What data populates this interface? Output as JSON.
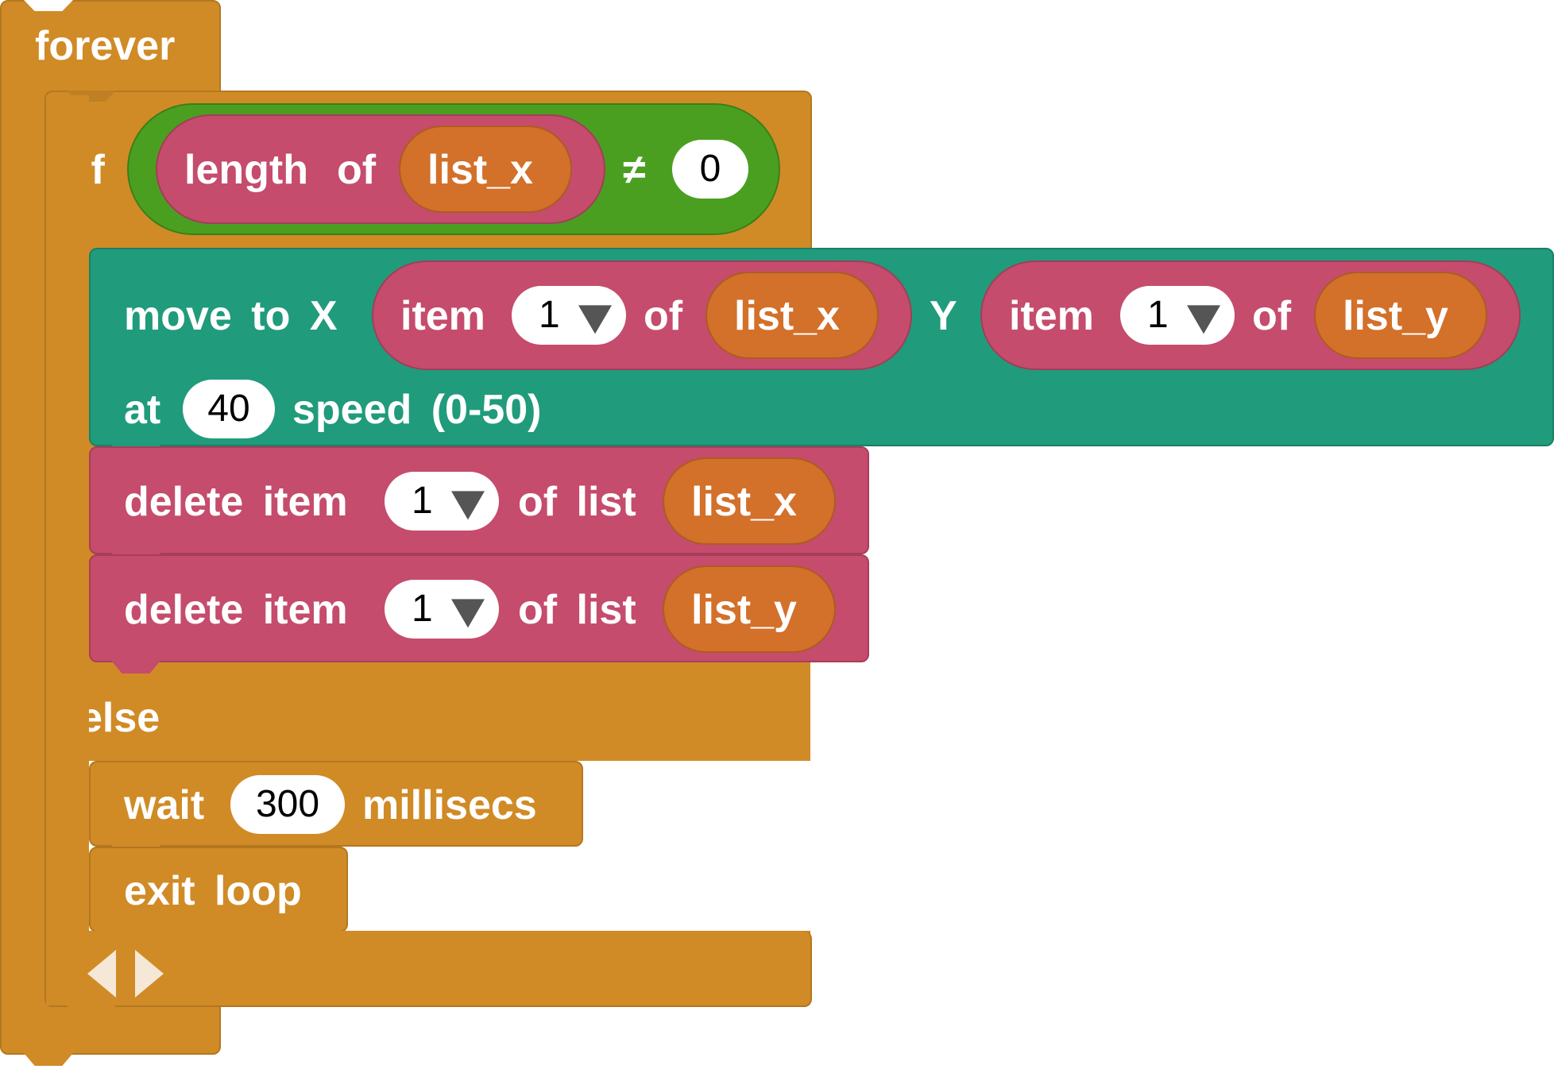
{
  "forever": {
    "label": "forever"
  },
  "if_block": {
    "if_label": "if",
    "else_label": "else",
    "condition": {
      "length_label": "length",
      "of_label": "of",
      "list_var": "list_x",
      "operator": "≠",
      "compare_value": "0"
    }
  },
  "move_block": {
    "move_label": "move to X",
    "item_label": "item",
    "x_index": "1",
    "x_of_label": "of",
    "x_list": "list_x",
    "y_label": "Y",
    "y_item_label": "item",
    "y_index": "1",
    "y_of_label": "of",
    "y_list": "list_y",
    "at_label": "at",
    "speed_value": "40",
    "speed_label": "speed (0-50)"
  },
  "delete_x": {
    "label": "delete item",
    "index": "1",
    "of_list_label": "of list",
    "list": "list_x"
  },
  "delete_y": {
    "label": "delete item",
    "index": "1",
    "of_list_label": "of list",
    "list": "list_y"
  },
  "wait_block": {
    "wait_label": "wait",
    "value": "300",
    "unit_label": "millisecs"
  },
  "exit_block": {
    "label": "exit loop"
  },
  "colors": {
    "control": "#d08b26",
    "list_ops": "#c54c6c",
    "variable": "#d3702a",
    "logic": "#4b9f20",
    "motion": "#209b7c"
  },
  "icons": {
    "mutator": "left-right-arrows-icon"
  }
}
